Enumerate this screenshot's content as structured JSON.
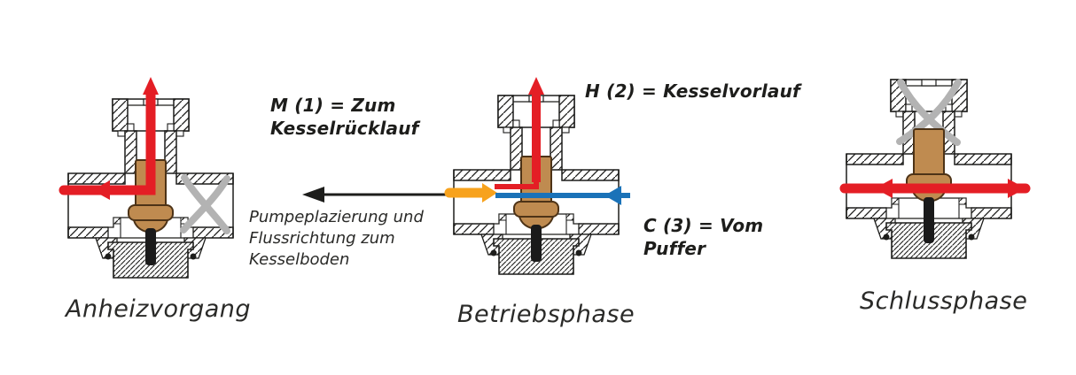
{
  "diagram": {
    "port_labels": {
      "m": {
        "line1": "M (1) = Zum",
        "line2": "Kesselrücklauf"
      },
      "h": {
        "text": "H (2) = Kesselvorlauf"
      },
      "c": {
        "line1": "C (3) = Vom",
        "line2": "Puffer"
      }
    },
    "pump_note": {
      "line1": "Pumpeplazierung und",
      "line2": "Flussrichtung zum",
      "line3": "Kesselboden"
    },
    "phases": [
      {
        "caption": "Anheizvorgang",
        "closed_port": "right",
        "flow": "red path from left side port up and out of the top port"
      },
      {
        "caption": "Betriebsphase",
        "closed_port": "none",
        "flow": "red up out of top port, orange toward left port, blue entering from right port"
      },
      {
        "caption": "Schlussphase",
        "closed_port": "top",
        "flow": "red horizontal flow through both side ports, top port closed"
      }
    ],
    "colors": {
      "hot_flow_red": "#e41e25",
      "return_orange": "#f7a21d",
      "buffer_blue": "#1a72b8",
      "closed_grey": "#b3b3b3",
      "cartridge_brown": "#bf8b50",
      "outline_black": "#1d1d1b"
    }
  }
}
